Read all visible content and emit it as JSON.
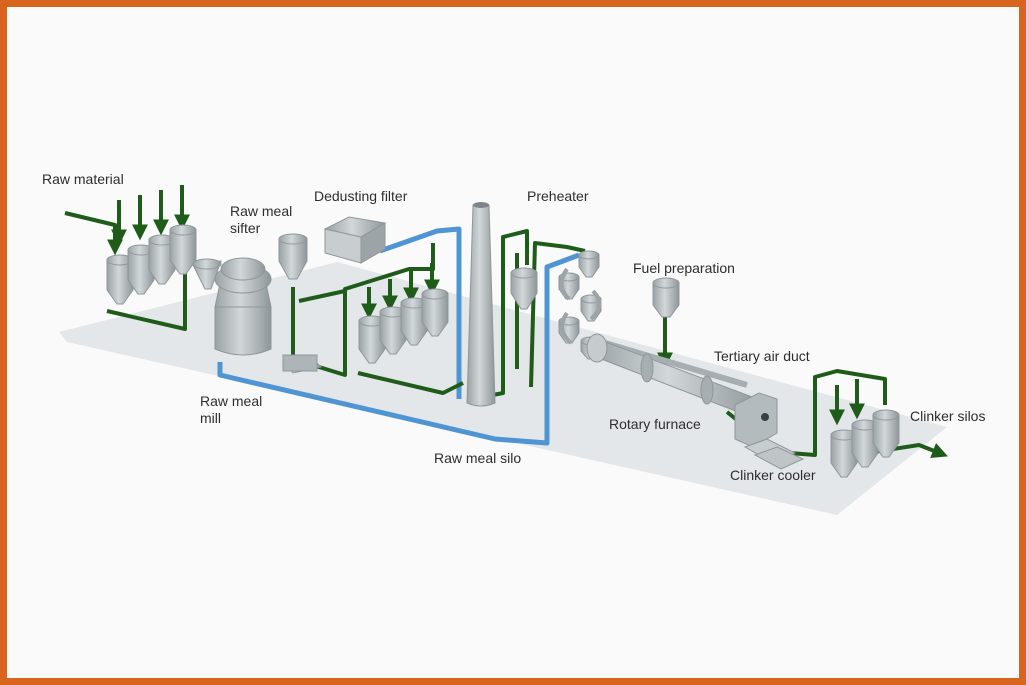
{
  "labels": {
    "raw_material": "Raw material",
    "raw_meal_sifter": [
      "Raw meal",
      "sifter"
    ],
    "dedusting_filter": "Dedusting filter",
    "preheater": "Preheater",
    "fuel_preparation": "Fuel preparation",
    "tertiary_air_duct": "Tertiary air duct",
    "raw_meal_mill": [
      "Raw meal",
      "mill"
    ],
    "rotary_furnace": "Rotary furnace",
    "clinker_silos": "Clinker silos",
    "raw_meal_silo": "Raw meal silo",
    "clinker_cooler": "Clinker cooler"
  },
  "colors": {
    "frame": "#d9641e",
    "background": "#fafafa",
    "floor": "#e3e7ea",
    "equipment": "#b9c0c3",
    "equipment_dark": "#8f979a",
    "material_flow": "#1f5c1a",
    "gas_flow": "#4f95d3"
  }
}
